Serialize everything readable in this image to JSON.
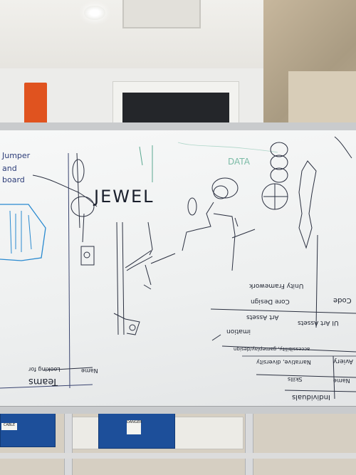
{
  "whiteboard": {
    "jewel": "JEWEL",
    "data_note": "DATA",
    "left_notes": [
      "Jumper",
      "and",
      "board"
    ],
    "upside_down_notes": [
      "Code",
      "Unity Framework",
      "Core Design",
      "UI Art Assets",
      "Art Assets",
      "imation",
      "Aviery",
      "Narrative, diversity",
      "accessibility, gameplay/design",
      "Name",
      "Skills",
      "Individuals",
      "Teams",
      "Name",
      "Looking for"
    ]
  },
  "bins": [
    {
      "label": "CABLE"
    },
    {
      "label": "DANGER"
    }
  ]
}
